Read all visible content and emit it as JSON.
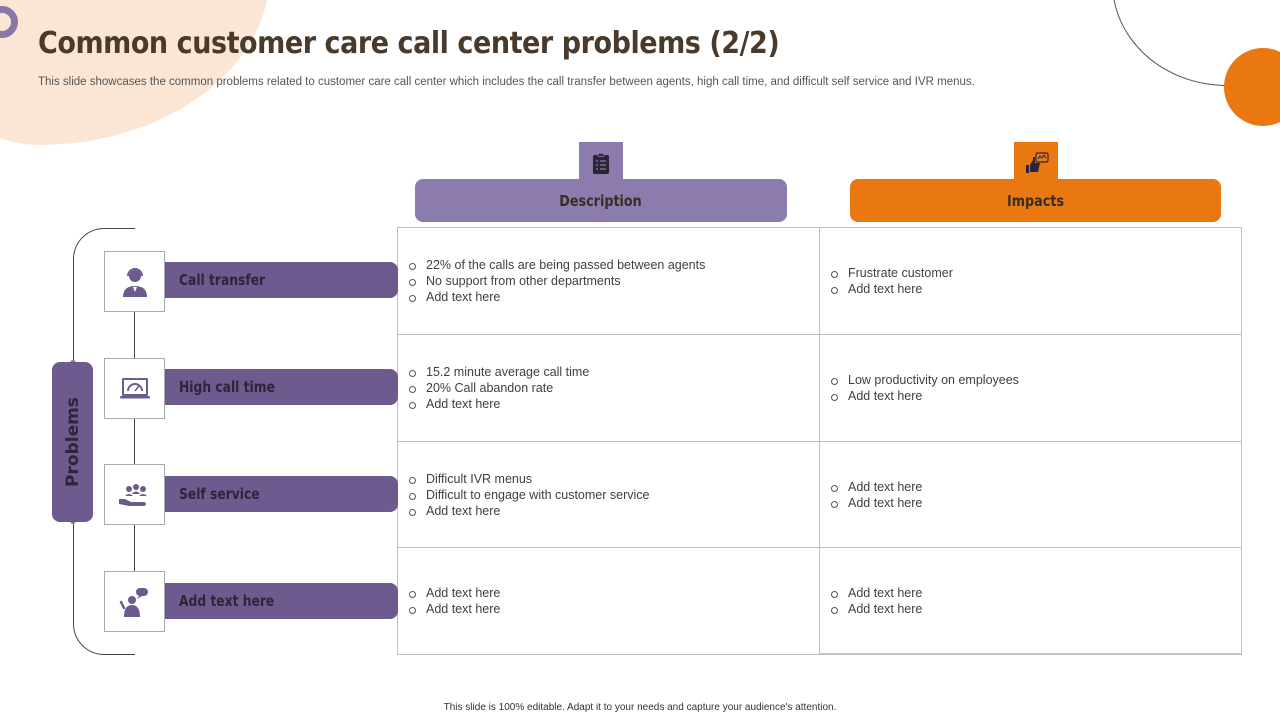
{
  "colors": {
    "purple": "#8c7cae",
    "dark_purple": "#6d5a8e",
    "orange": "#e8780f",
    "title": "#4a3a2c"
  },
  "title": "Common customer care call center problems (2/2)",
  "subtitle": "This slide showcases the common problems related to customer care call center which includes the call transfer between agents, high call time, and difficult self service and IVR menus.",
  "vertical_label": "Problems",
  "columns": [
    {
      "label": "Description",
      "icon": "checklist-icon"
    },
    {
      "label": "Impacts",
      "icon": "thumbs-down-icon"
    }
  ],
  "rows": [
    {
      "label": "Call transfer",
      "icon": "agent-headset-icon",
      "description": [
        "22% of the calls are being passed between agents",
        "No support from other departments",
        "Add text here"
      ],
      "impacts": [
        "Frustrate customer",
        "Add text here"
      ]
    },
    {
      "label": "High call time",
      "icon": "monitor-gauge-icon",
      "description": [
        "15.2 minute average call time",
        "20% Call abandon rate",
        "Add text here"
      ],
      "impacts": [
        "Low productivity on employees",
        "Add text here"
      ]
    },
    {
      "label": "Self service",
      "icon": "hand-people-icon",
      "description": [
        "Difficult IVR menus",
        "Difficult to engage with customer service",
        "Add text here"
      ],
      "impacts": [
        "Add text here",
        "Add text here"
      ]
    },
    {
      "label": "Add text here",
      "icon": "person-speech-icon",
      "description": [
        "Add text here",
        "Add text here"
      ],
      "impacts": [
        "Add text here",
        "Add text here"
      ]
    }
  ],
  "footer": "This slide is 100% editable. Adapt it to your needs and capture your audience's attention."
}
